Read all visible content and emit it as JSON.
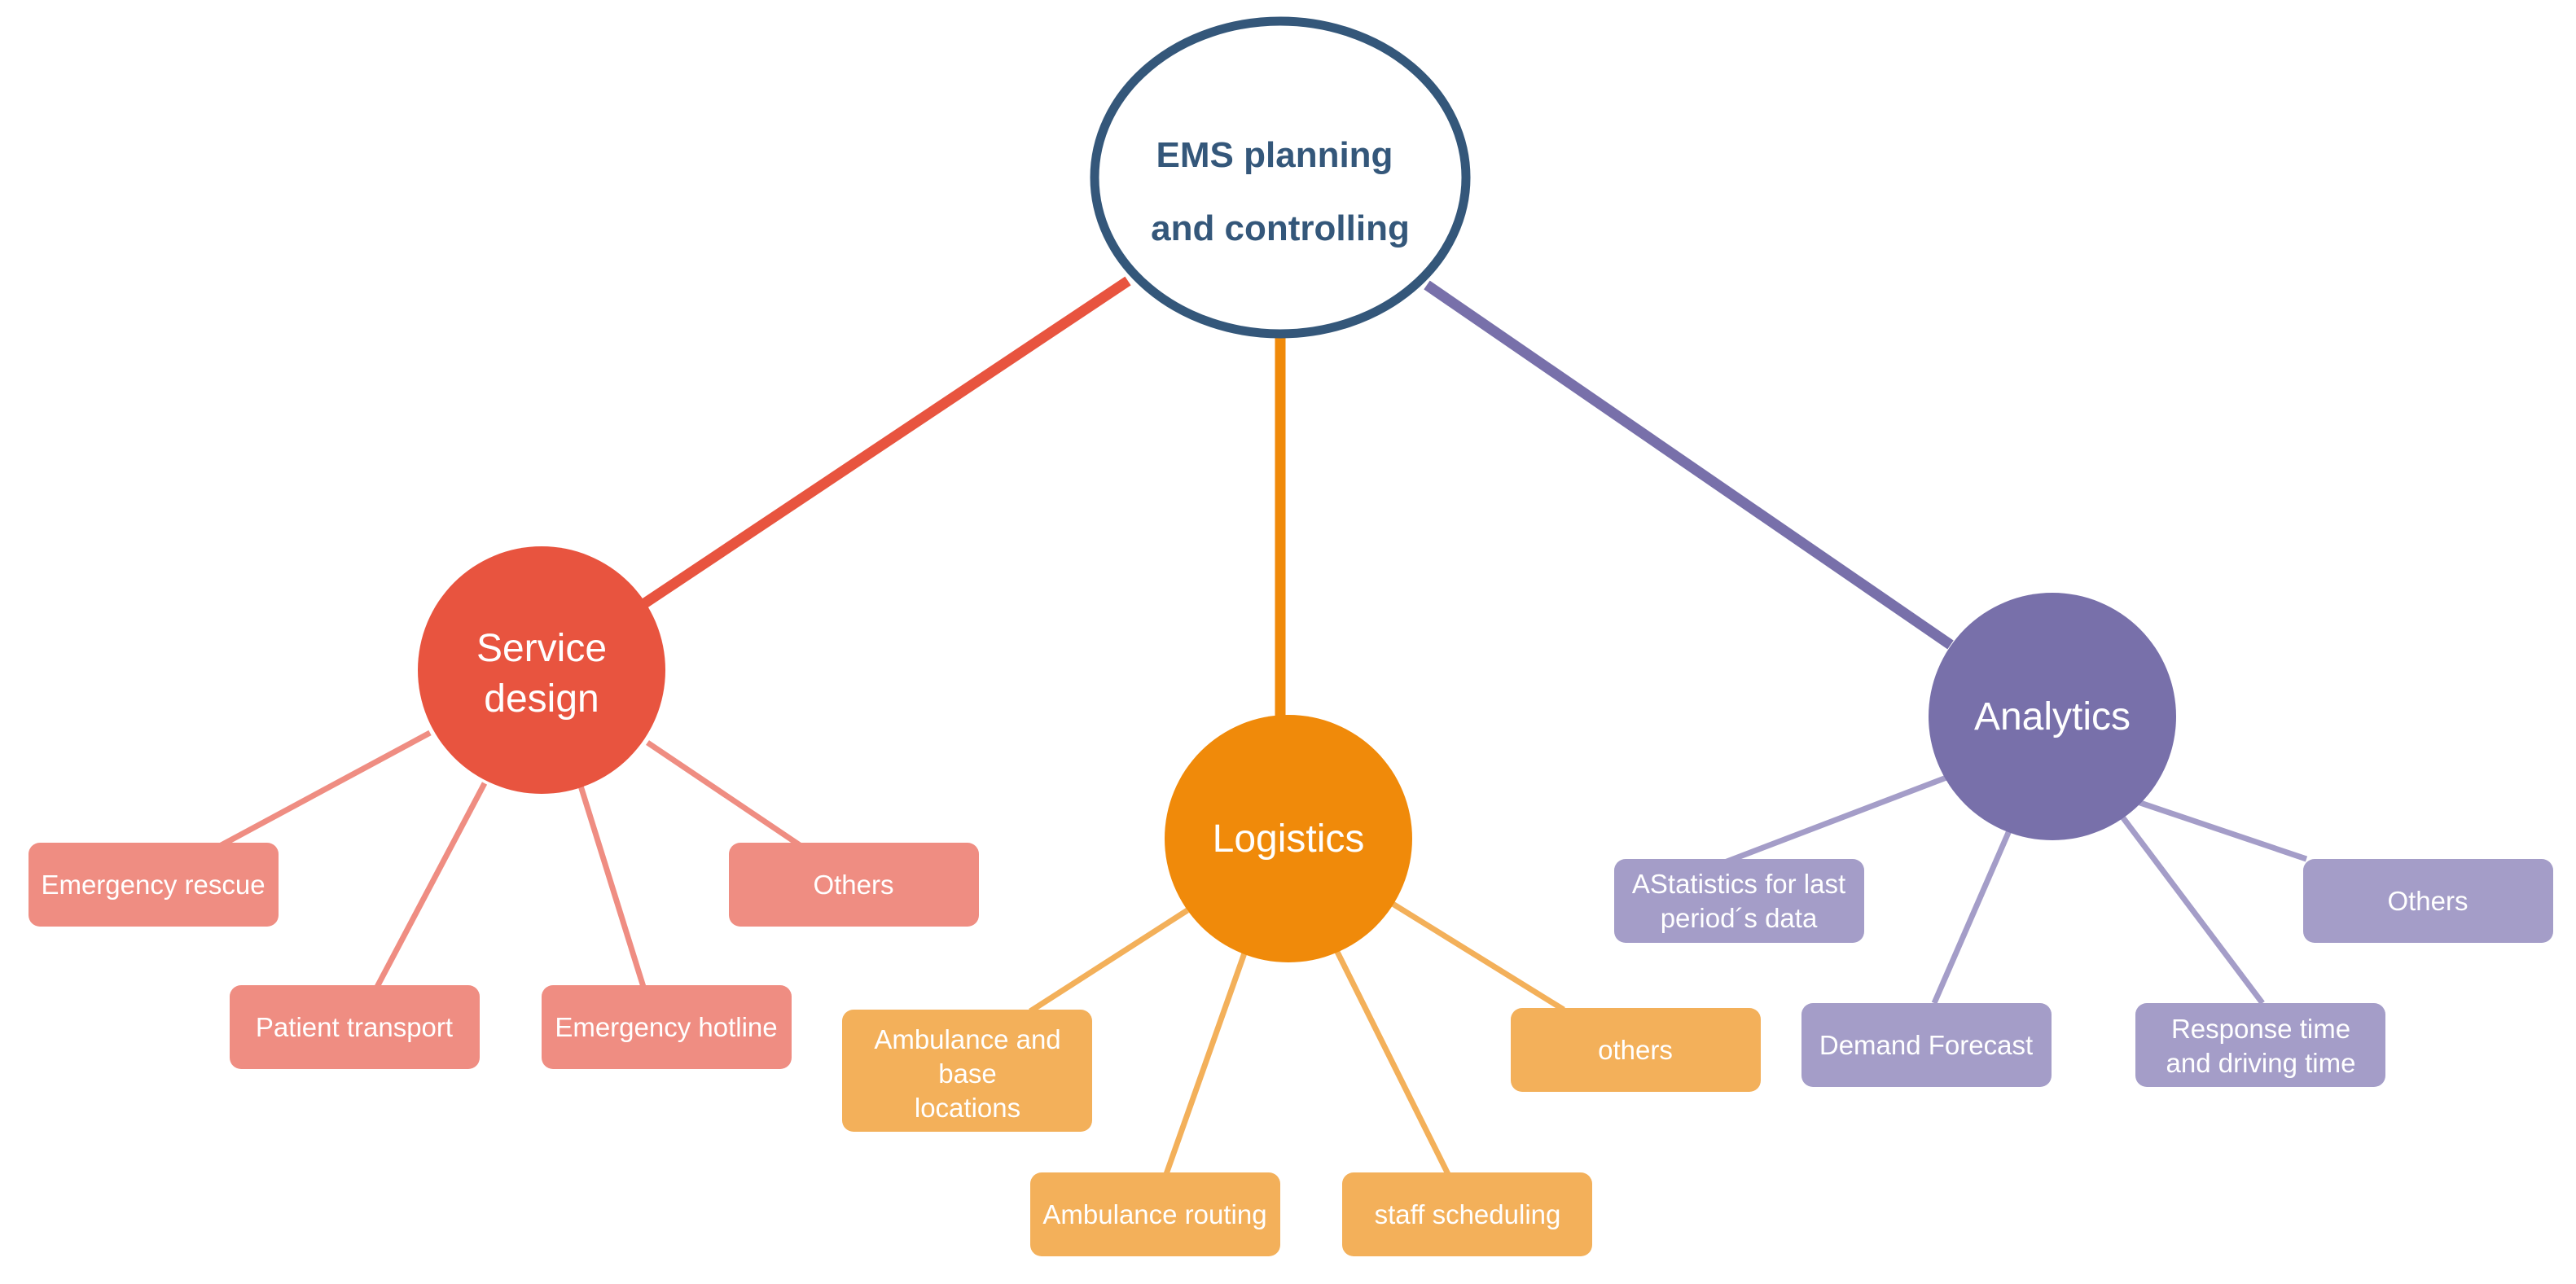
{
  "colors": {
    "hub_stroke": "#34577a",
    "red": "#e8543f",
    "red_light": "#ef8d82",
    "orange": "#f08a0a",
    "orange_light": "#f3b05a",
    "purple": "#7870aa",
    "purple_light": "#a49dc8"
  },
  "root": {
    "line1": "EMS planning",
    "line2": "and controlling"
  },
  "categories": {
    "service_design": {
      "line1": "Service",
      "line2": "design",
      "leaves": {
        "emergency_rescue": "Emergency rescue",
        "patient_transport": "Patient transport",
        "emergency_hotline": "Emergency hotline",
        "others": "Others"
      }
    },
    "logistics": {
      "label": "Logistics",
      "leaves": {
        "ambulance_base_line1": "Ambulance and",
        "ambulance_base_line2": "base",
        "ambulance_base_line3": "locations",
        "ambulance_routing": "Ambulance routing",
        "staff_scheduling": "staff scheduling",
        "others": "others"
      }
    },
    "analytics": {
      "label": "Analytics",
      "leaves": {
        "statistics_line1": "AStatistics for last",
        "statistics_line2": "period´s data",
        "demand_forecast": "Demand Forecast",
        "response_line1": "Response time",
        "response_line2": "and driving time",
        "others": "Others"
      }
    }
  }
}
